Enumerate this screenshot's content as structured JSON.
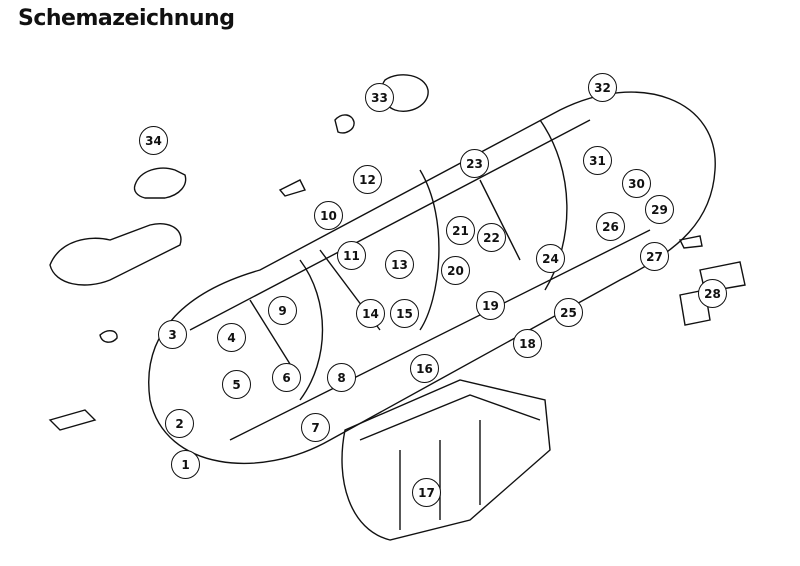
{
  "title": "Schemazeichnung",
  "callouts": [
    "1",
    "2",
    "3",
    "4",
    "5",
    "6",
    "7",
    "8",
    "9",
    "10",
    "11",
    "12",
    "13",
    "14",
    "15",
    "16",
    "17",
    "18",
    "19",
    "20",
    "21",
    "22",
    "23",
    "24",
    "25",
    "26",
    "27",
    "28",
    "29",
    "30",
    "31",
    "32",
    "33",
    "34"
  ],
  "colors": {
    "ink": "#111111",
    "background": "#ffffff"
  }
}
